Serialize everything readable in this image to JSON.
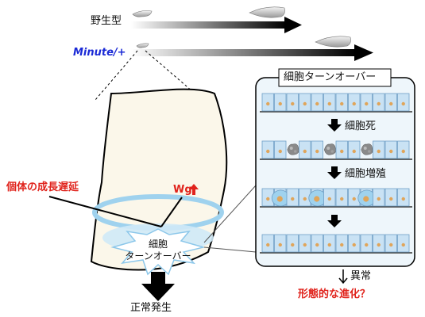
{
  "labels": {
    "wild_type": "野生型",
    "minute": "Minute/+",
    "turnover_title": "細胞ターンオーバー",
    "step_death": "細胞死",
    "step_prolif": "細胞増殖",
    "abnormal": "異常",
    "morph_evo": "形態的な進化？",
    "growth_delay": "個体の成長遅延",
    "wg": "Wg",
    "center_line1": "細胞",
    "center_line2": "ターンオーバー",
    "normal_dev": "正常発生"
  },
  "colors": {
    "accent_red": "#e0231c",
    "minute_blue": "#1b2ad6",
    "cell_fill": "#c9e2f4",
    "cell_stroke": "#6f9fc6",
    "nucleus": "#e0a55a",
    "halo": "#9fd2ee",
    "panel_fill": "#eef6fb",
    "wing_fill": "#fdf9ee"
  }
}
